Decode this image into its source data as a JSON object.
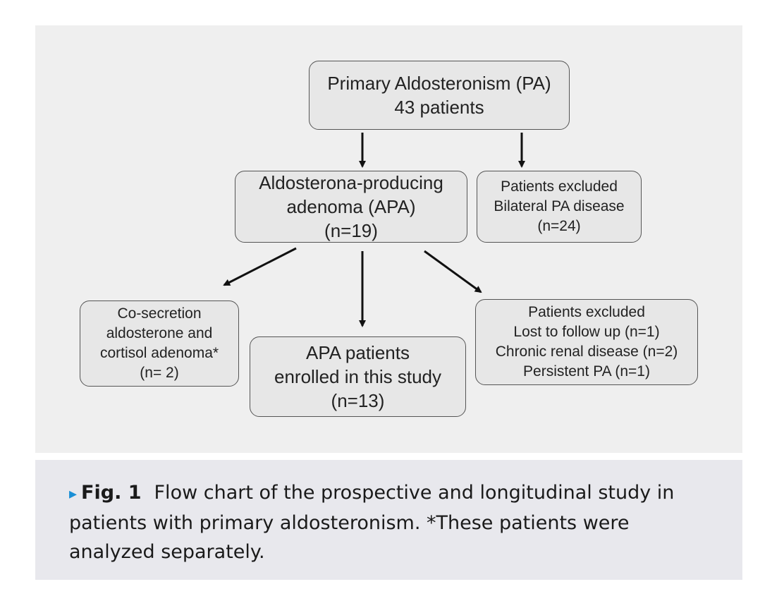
{
  "flowchart": {
    "root": {
      "line1": "Primary Aldosteronism (PA)",
      "line2": "43 patients"
    },
    "apa": {
      "line1": "Aldosterona-producing",
      "line2": "adenoma (APA)",
      "line3": "(n=19)"
    },
    "excluded_top": {
      "line1": "Patients excluded",
      "line2": "Bilateral PA disease",
      "line3": "(n=24)"
    },
    "cosecretion": {
      "line1": "Co-secretion",
      "line2": "aldosterone and",
      "line3": "cortisol adenoma*",
      "line4": "(n= 2)"
    },
    "enrolled": {
      "line1": "APA patients",
      "line2": "enrolled in this study",
      "line3": "(n=13)"
    },
    "excluded_bottom": {
      "line1": "Patients excluded",
      "line2": "Lost to follow up (n=1)",
      "line3": "Chronic renal disease (n=2)",
      "line4": "Persistent PA (n=1)"
    }
  },
  "caption": {
    "marker": "▸",
    "label": "Fig. 1",
    "text": "Flow chart of the prospective and longitudinal study in patients with primary aldosteronism.  *These patients were analyzed separately."
  },
  "colors": {
    "panel_bg": "#efefef",
    "box_bg": "#e7e7e7",
    "box_border": "#555555",
    "arrow": "#111111",
    "caption_bg": "#e8e8ed",
    "caption_marker": "#1a8fd6"
  }
}
